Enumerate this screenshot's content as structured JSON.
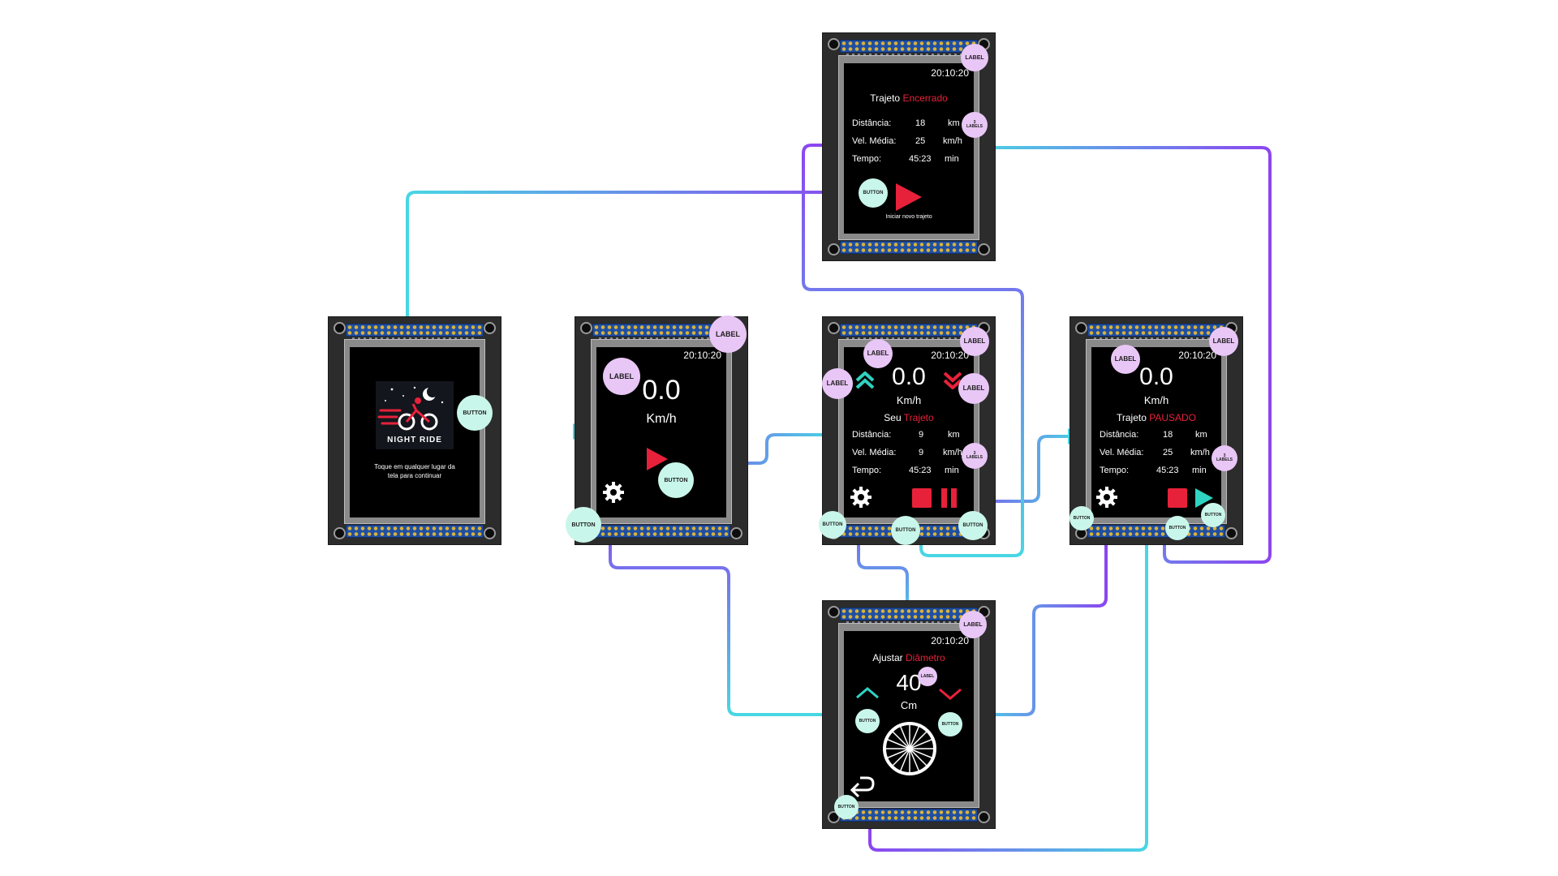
{
  "annotations": {
    "label": "LABEL",
    "button": "BUTTON",
    "labels3_num": "3",
    "labels3_word": "LABELS"
  },
  "splash": {
    "logo_text": "NIGHT RIDE",
    "line1": "Toque em qualquer lugar da",
    "line2": "tela para continuar"
  },
  "speed": {
    "value": "0.0",
    "unit": "Km/h"
  },
  "ride": {
    "clock": "20:10:20",
    "speed": "0.0",
    "unit": "Km/h",
    "title_prefix": "Seu",
    "title_status": "Trajeto",
    "rows": [
      {
        "label": "Distância:",
        "value": "9",
        "unit": "km"
      },
      {
        "label": "Vel. Média:",
        "value": "9",
        "unit": "km/h"
      },
      {
        "label": "Tempo:",
        "value": "45:23",
        "unit": "min"
      }
    ]
  },
  "paused": {
    "clock": "20:10:20",
    "speed": "0.0",
    "unit": "Km/h",
    "title_prefix": "Trajeto",
    "title_status": "PAUSADO",
    "rows": [
      {
        "label": "Distância:",
        "value": "18",
        "unit": "km"
      },
      {
        "label": "Vel. Média:",
        "value": "25",
        "unit": "km/h"
      },
      {
        "label": "Tempo:",
        "value": "45:23",
        "unit": "min"
      }
    ]
  },
  "ended": {
    "clock": "20:10:20",
    "title_prefix": "Trajeto",
    "title_status": "Encerrado",
    "rows": [
      {
        "label": "Distância:",
        "value": "18",
        "unit": "km"
      },
      {
        "label": "Vel. Média:",
        "value": "25",
        "unit": "km/h"
      },
      {
        "label": "Tempo:",
        "value": "45:23",
        "unit": "min"
      }
    ],
    "new_ride": "Iniciar novo trajeto"
  },
  "settings": {
    "clock": "20:10:20",
    "title_prefix": "Ajustar",
    "title_status": "Diâmetro",
    "value": "40",
    "unit": "Cm"
  },
  "colors": {
    "accent_red": "#e8213a",
    "accent_teal": "#2ed3c2",
    "label_bubble": "#e8c6f5",
    "button_bubble": "#c9f6ea",
    "connector_start": "#8b46f0",
    "connector_end": "#48d6e3"
  },
  "icons": [
    "gear-icon",
    "play-icon",
    "stop-icon",
    "pause-icon",
    "chevron-up-icon",
    "chevron-down-icon",
    "back-icon",
    "bicycle-wheel-icon",
    "moon-icon",
    "cyclist-icon"
  ]
}
